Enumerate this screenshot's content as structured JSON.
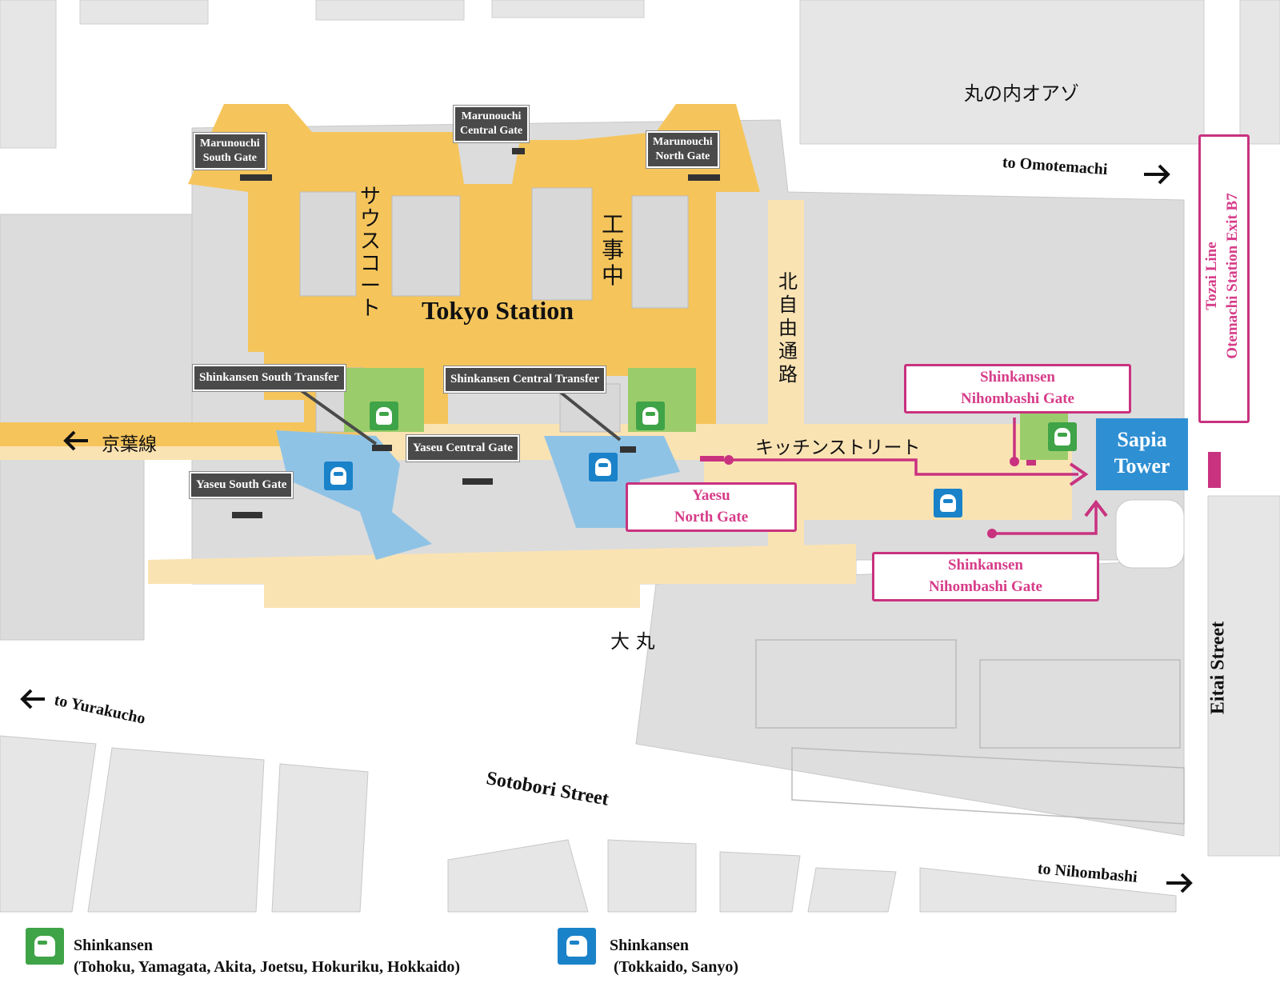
{
  "map": {
    "station_title": "Tokyo Station",
    "gates": {
      "marunouchi_south": "Marunouchi\nSouth Gate",
      "marunouchi_central": "Marunouchi\nCentral Gate",
      "marunouchi_north": "Marunouchi\nNorth Gate",
      "shinkansen_south_transfer": "Shinkansen South Transfer",
      "shinkansen_central_transfer": "Shinkansen Central Transfer",
      "yaesu_central": "Yaseu Central Gate",
      "yaesu_south": "Yaseu South Gate"
    },
    "highlighted_gates": {
      "yaesu_north": "Yaesu\nNorth Gate",
      "shinkansen_nihombashi_upper": "Shinkansen\nNihombashi Gate",
      "shinkansen_nihombashi_lower": "Shinkansen\nNihombashi Gate"
    },
    "destination": "Sapia\nTower",
    "subway_exit": "Tozai Line\nOtemachi Station Exit B7",
    "japanese_labels": {
      "south_court": "サウスコート",
      "under_construction": "工事中",
      "north_passage": "北自由通路",
      "keiyo_line": "京葉線",
      "kitchen_street": "キッチンストリート",
      "daimaru": "大 丸",
      "marunouchi_oazo": "丸の内オアゾ"
    },
    "directions": {
      "to_omotemachi": "to Omotemachi",
      "to_yurakucho": "to Yurakucho",
      "to_nihombashi": "to Nihombashi"
    },
    "streets": {
      "sotobori": "Sotobori Street",
      "eitai": "Eitai Street"
    },
    "colors": {
      "station_area": "#f5c55c",
      "passage_area": "#fae3b3",
      "building": "#dcdcdc",
      "shinkansen_jr_east": "#9bcc6b",
      "shinkansen_jr_central": "#8fc3e6",
      "route_highlight": "#c9327f",
      "sapia_tower": "#2f8fd3"
    }
  },
  "legend": {
    "green_title": "Shinkansen",
    "green_lines": "(Tohoku, Yamagata, Akita, Joetsu, Hokuriku, Hokkaido)",
    "blue_title": "Shinkansen",
    "blue_lines": " (Tokkaido, Sanyo)"
  }
}
